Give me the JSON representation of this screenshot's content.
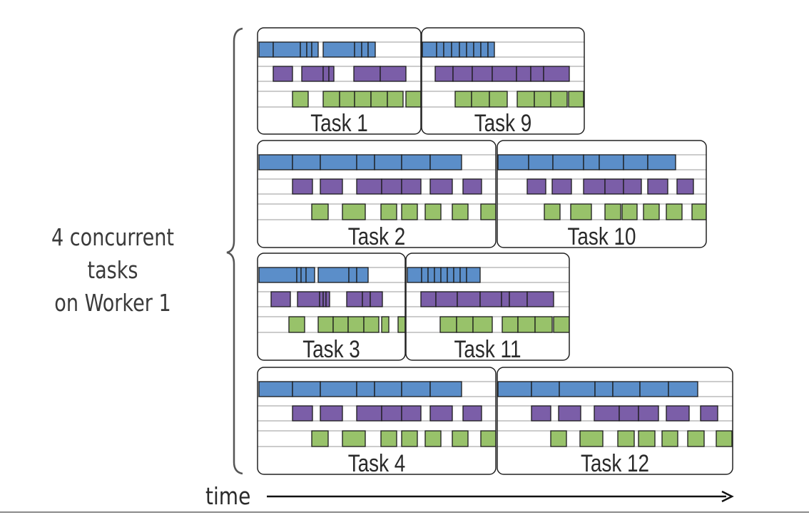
{
  "worker_label": [
    "4 concurrent tasks",
    "on Worker 1"
  ],
  "time_label": "time",
  "colors": {
    "cpu": "#5b8ec9",
    "mid": "#7b5ea8",
    "io": "#98c26a",
    "border": "#222222"
  },
  "tasks": [
    {
      "name": "Task 1"
    },
    {
      "name": "Task 9"
    },
    {
      "name": "Task 2"
    },
    {
      "name": "Task 10"
    },
    {
      "name": "Task 3"
    },
    {
      "name": "Task 11"
    },
    {
      "name": "Task 4"
    },
    {
      "name": "Task 12"
    }
  ]
}
